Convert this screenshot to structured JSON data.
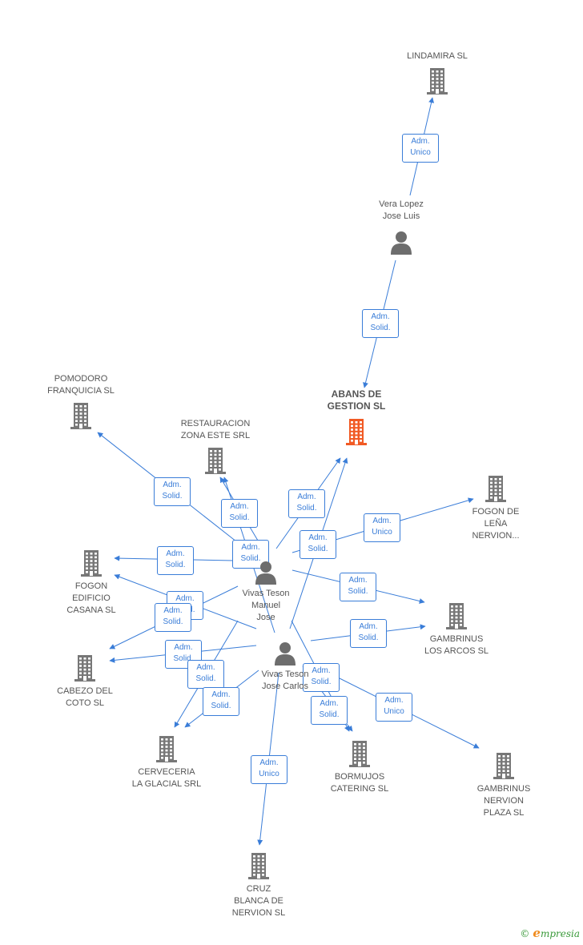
{
  "colors": {
    "edge": "#3a7dd8",
    "company": "#777777",
    "company_main": "#f15a24",
    "person": "#6d6d6d",
    "text": "#555555"
  },
  "nodes": [
    {
      "id": "lindamira",
      "type": "company",
      "label": "LINDAMIRA SL"
    },
    {
      "id": "vera",
      "type": "person",
      "label": "Vera Lopez\nJose Luis"
    },
    {
      "id": "abans",
      "type": "company",
      "main": true,
      "label": "ABANS DE\nGESTION SL"
    },
    {
      "id": "pomodoro",
      "type": "company",
      "label": "POMODORO\nFRANQUICIA SL"
    },
    {
      "id": "restauracion",
      "type": "company",
      "label": "RESTAURACION\nZONA ESTE SRL"
    },
    {
      "id": "fogon_lena",
      "type": "company",
      "label": "FOGON DE\nLEÑA\nNERVION..."
    },
    {
      "id": "fogon_casana",
      "type": "company",
      "label": "FOGON\nEDIFICIO\nCASANA SL"
    },
    {
      "id": "manuel",
      "type": "person",
      "label": "Vivas Teson\nManuel\nJose"
    },
    {
      "id": "gambrinus_arcos",
      "type": "company",
      "label": "GAMBRINUS\nLOS ARCOS SL"
    },
    {
      "id": "cabezo",
      "type": "company",
      "label": "CABEZO DEL\nCOTO SL"
    },
    {
      "id": "carlos",
      "type": "person",
      "label": "Vivas Teson\nJose Carlos"
    },
    {
      "id": "cerveceria",
      "type": "company",
      "label": "CERVECERIA\nLA GLACIAL SRL"
    },
    {
      "id": "bormujos",
      "type": "company",
      "label": "BORMUJOS\nCATERING SL"
    },
    {
      "id": "gambrinus_plaza",
      "type": "company",
      "label": "GAMBRINUS\nNERVION\nPLAZA SL"
    },
    {
      "id": "cruz",
      "type": "company",
      "label": "CRUZ\nBLANCA DE\nNERVION SL"
    }
  ],
  "edges": [
    {
      "from": "vera",
      "to": "lindamira",
      "label": "Adm.\nUnico"
    },
    {
      "from": "vera",
      "to": "abans",
      "label": "Adm.\nSolid."
    },
    {
      "from": "manuel",
      "to": "pomodoro",
      "label": "Adm.\nSolid."
    },
    {
      "from": "manuel",
      "to": "restauracion",
      "label": "Adm.\nSolid."
    },
    {
      "from": "carlos",
      "to": "restauracion",
      "label": "Adm.\nSolid."
    },
    {
      "from": "manuel",
      "to": "abans",
      "label": "Adm.\nSolid."
    },
    {
      "from": "carlos",
      "to": "abans",
      "label": "Adm.\nSolid."
    },
    {
      "from": "manuel",
      "to": "fogon_lena",
      "label": "Adm.\nUnico"
    },
    {
      "from": "manuel",
      "to": "fogon_casana",
      "label": "Adm.\nSolid."
    },
    {
      "from": "carlos",
      "to": "fogon_casana",
      "label": "Adm.\nSolid."
    },
    {
      "from": "manuel",
      "to": "gambrinus_arcos",
      "label": "Adm.\nSolid."
    },
    {
      "from": "carlos",
      "to": "gambrinus_arcos",
      "label": "Adm.\nSolid."
    },
    {
      "from": "manuel",
      "to": "cabezo",
      "label": "Adm.\nSolid."
    },
    {
      "from": "carlos",
      "to": "cabezo",
      "label": "Adm.\nSolid."
    },
    {
      "from": "manuel",
      "to": "cerveceria",
      "label": "Adm.\nSolid."
    },
    {
      "from": "carlos",
      "to": "cerveceria",
      "label": "Adm.\nSolid."
    },
    {
      "from": "manuel",
      "to": "bormujos",
      "label": "Adm.\nSolid."
    },
    {
      "from": "carlos",
      "to": "bormujos",
      "label": "Adm.\nSolid."
    },
    {
      "from": "carlos",
      "to": "gambrinus_plaza",
      "label": "Adm.\nUnico"
    },
    {
      "from": "carlos",
      "to": "cruz",
      "label": "Adm.\nUnico"
    }
  ],
  "footer": {
    "copyright": "©",
    "brand_initial": "e",
    "brand_rest": "mpresia"
  }
}
